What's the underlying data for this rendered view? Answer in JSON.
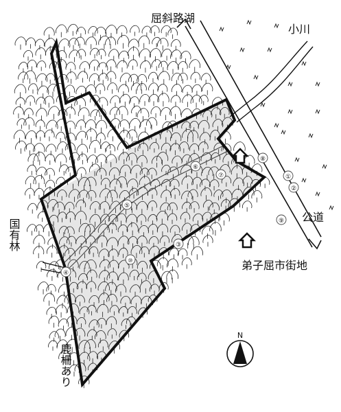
{
  "labels": {
    "lake_road": "屈斜路湖",
    "stream": "小川",
    "national_forest": "国有林",
    "public_road": "公道",
    "town": "弟子屈市街地",
    "deer_fence": "鹿柵あり",
    "north": "N"
  },
  "markers": [
    "①",
    "②",
    "③",
    "④",
    "⑤",
    "⑥",
    "⑦",
    "⑧",
    "⑨",
    "⑩"
  ],
  "colors": {
    "ink": "#111111",
    "area_fill": "#e6e6e6",
    "background": "#ffffff"
  },
  "icons": [
    "house-icon",
    "north-arrow-icon",
    "tree-icon",
    "grass-icon"
  ]
}
